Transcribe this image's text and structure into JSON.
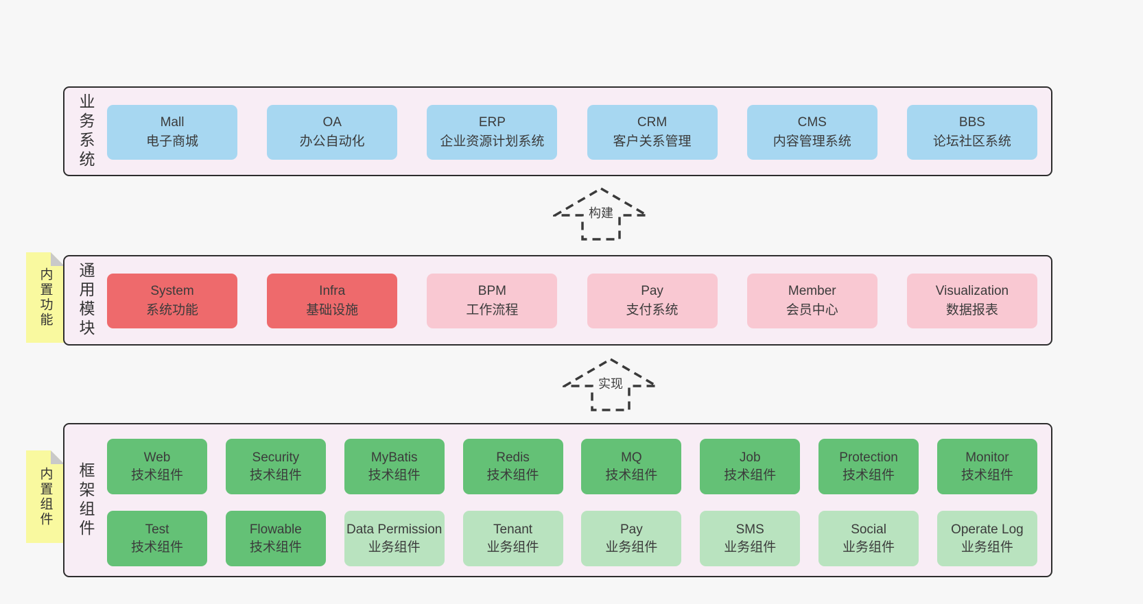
{
  "colors": {
    "page_bg": "#f7f7f7",
    "panel_bg": "#f8edf5",
    "panel_border": "#2d2d2d",
    "blue_box": "#a7d7f1",
    "red_box": "#ee6a6c",
    "pink_box": "#f9c8d2",
    "green_box": "#64c176",
    "light_green_box": "#b9e3bf",
    "note_yellow": "#f9f99f",
    "note_fold_gray": "#c9c9c9",
    "text": "#3b3b3b"
  },
  "arrows": [
    {
      "label": "构建"
    },
    {
      "label": "实现"
    }
  ],
  "sections": [
    {
      "label": "业务系统",
      "boxes": [
        {
          "en": "Mall",
          "zh": "电子商城"
        },
        {
          "en": "OA",
          "zh": "办公自动化"
        },
        {
          "en": "ERP",
          "zh": "企业资源计划系统"
        },
        {
          "en": "CRM",
          "zh": "客户关系管理"
        },
        {
          "en": "CMS",
          "zh": "内容管理系统"
        },
        {
          "en": "BBS",
          "zh": "论坛社区系统"
        }
      ]
    },
    {
      "label": "通用模块",
      "note": "内置功能",
      "boxes": [
        {
          "en": "System",
          "zh": "系统功能"
        },
        {
          "en": "Infra",
          "zh": "基础设施"
        },
        {
          "en": "BPM",
          "zh": "工作流程"
        },
        {
          "en": "Pay",
          "zh": "支付系统"
        },
        {
          "en": "Member",
          "zh": "会员中心"
        },
        {
          "en": "Visualization",
          "zh": "数据报表"
        }
      ]
    },
    {
      "label": "框架组件",
      "note": "内置组件",
      "rows": [
        [
          {
            "en": "Web",
            "zh": "技术组件"
          },
          {
            "en": "Security",
            "zh": "技术组件"
          },
          {
            "en": "MyBatis",
            "zh": "技术组件"
          },
          {
            "en": "Redis",
            "zh": "技术组件"
          },
          {
            "en": "MQ",
            "zh": "技术组件"
          },
          {
            "en": "Job",
            "zh": "技术组件"
          },
          {
            "en": "Protection",
            "zh": "技术组件"
          },
          {
            "en": "Monitor",
            "zh": "技术组件"
          }
        ],
        [
          {
            "en": "Test",
            "zh": "技术组件"
          },
          {
            "en": "Flowable",
            "zh": "技术组件"
          },
          {
            "en": "Data Permission",
            "zh": "业务组件"
          },
          {
            "en": "Tenant",
            "zh": "业务组件"
          },
          {
            "en": "Pay",
            "zh": "业务组件"
          },
          {
            "en": "SMS",
            "zh": "业务组件"
          },
          {
            "en": "Social",
            "zh": "业务组件"
          },
          {
            "en": "Operate Log",
            "zh": "业务组件"
          }
        ]
      ]
    }
  ]
}
